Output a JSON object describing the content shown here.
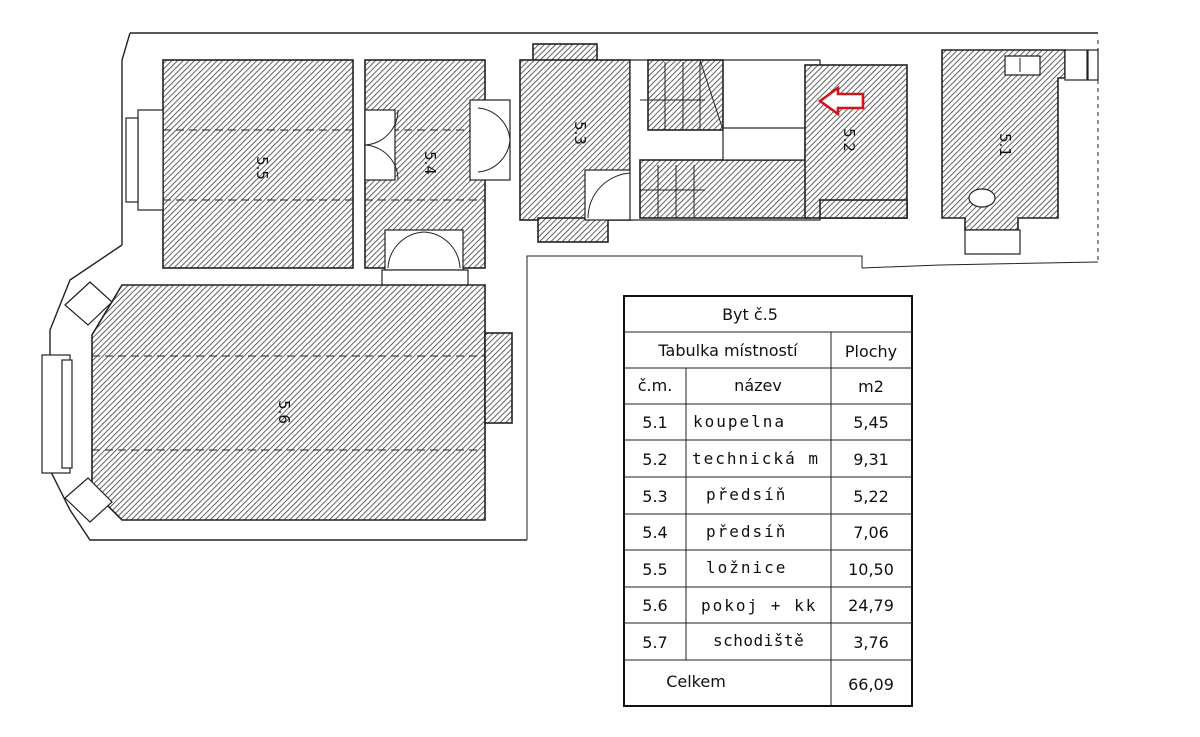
{
  "rooms": [
    {
      "id": "5.1",
      "label": "5.1"
    },
    {
      "id": "5.2",
      "label": "5.2"
    },
    {
      "id": "5.3",
      "label": "5.3"
    },
    {
      "id": "5.4",
      "label": "5.4"
    },
    {
      "id": "5.5",
      "label": "5.5"
    },
    {
      "id": "5.6",
      "label": "5.6"
    }
  ],
  "arrow_color": "#d0141a",
  "table": {
    "title": "Byt č.5",
    "header_left": "Tabulka místností",
    "header_right": "Plochy",
    "col_number": "č.m.",
    "col_name": "název",
    "col_area": "m2",
    "rows": [
      {
        "number": "5.1",
        "name": "koupelna",
        "area": "5,45"
      },
      {
        "number": "5.2",
        "name": "technická m",
        "area": "9,31"
      },
      {
        "number": "5.3",
        "name": "předsíň",
        "area": "5,22"
      },
      {
        "number": "5.4",
        "name": "předsíň",
        "area": "7,06"
      },
      {
        "number": "5.5",
        "name": "ložnice",
        "area": "10,50"
      },
      {
        "number": "5.6",
        "name": "pokoj + kk",
        "area": "24,79"
      },
      {
        "number": "5.7",
        "name": "schodiště",
        "area": "3,76"
      }
    ],
    "total_label": "Celkem",
    "total_area": "66,09"
  }
}
